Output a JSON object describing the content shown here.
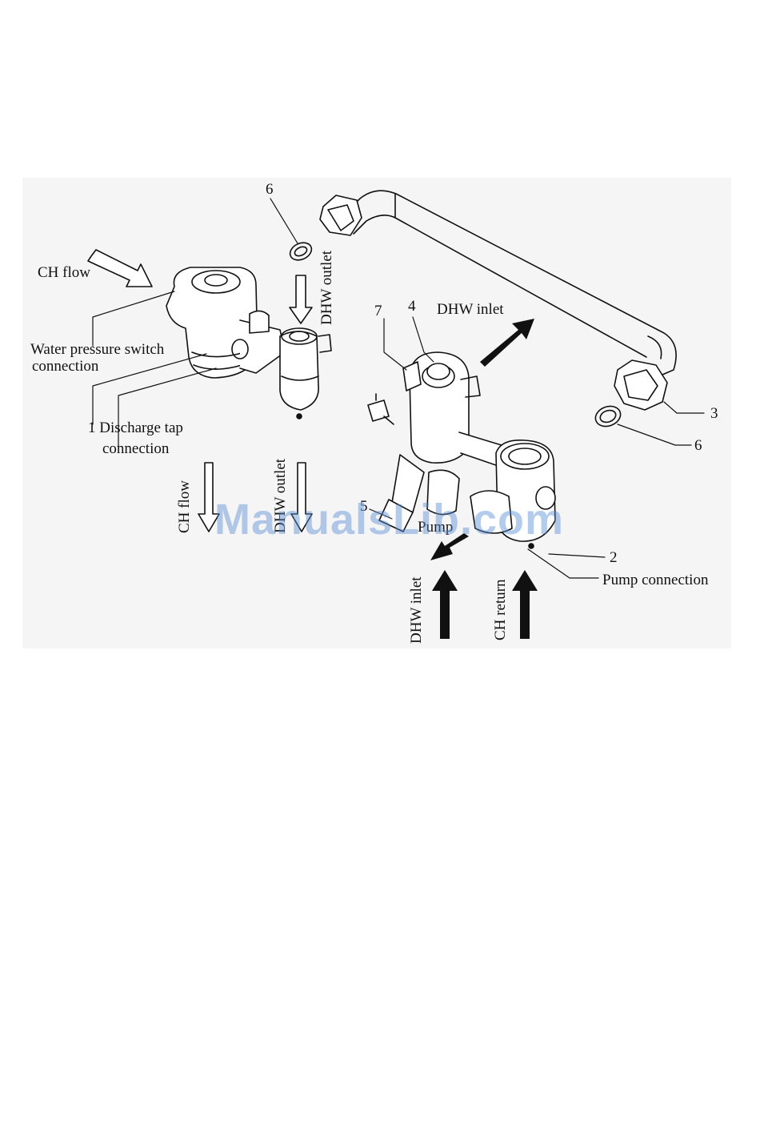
{
  "labels": {
    "ch_flow_top": "CH flow",
    "water_pressure_switch_line1": "Water pressure switch",
    "water_pressure_switch_line2": "connection",
    "discharge_tap_line1": "1 Discharge tap",
    "discharge_tap_line2": "connection",
    "dhw_outlet_top": "DHW outlet",
    "dhw_inlet_top": "DHW inlet",
    "ch_flow_bottom": "CH flow",
    "dhw_outlet_bottom": "DHW outlet",
    "pump_partial": "Pump",
    "pump_connection": "Pump connection",
    "dhw_inlet_bottom": "DHW inlet",
    "ch_return": "CH return"
  },
  "callouts": {
    "n1": "1",
    "n2": "2",
    "n3": "3",
    "n4": "4",
    "n5": "5",
    "n6_top": "6",
    "n6_right": "6",
    "n7": "7"
  },
  "watermark": "ManualsLib.com"
}
